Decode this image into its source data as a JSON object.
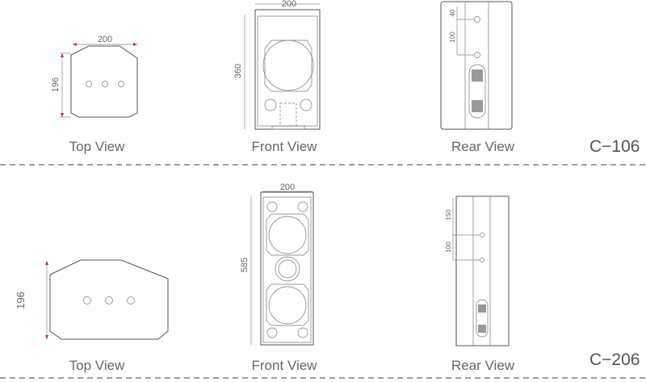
{
  "rows": [
    {
      "model": "C−106",
      "views": {
        "top": "Top View",
        "front": "Front View",
        "rear": "Rear View"
      },
      "dimensions": {
        "top_width": "200",
        "top_depth": "196",
        "front_width": "200",
        "front_height": "360",
        "rear_top": "40",
        "rear_spacing": "100"
      }
    },
    {
      "model": "C−206",
      "views": {
        "top": "Top View",
        "front": "Front View",
        "rear": "Rear View"
      },
      "dimensions": {
        "top_depth": "196",
        "front_width": "200",
        "front_height": "585",
        "rear_top": "150",
        "rear_spacing": "100"
      }
    }
  ]
}
